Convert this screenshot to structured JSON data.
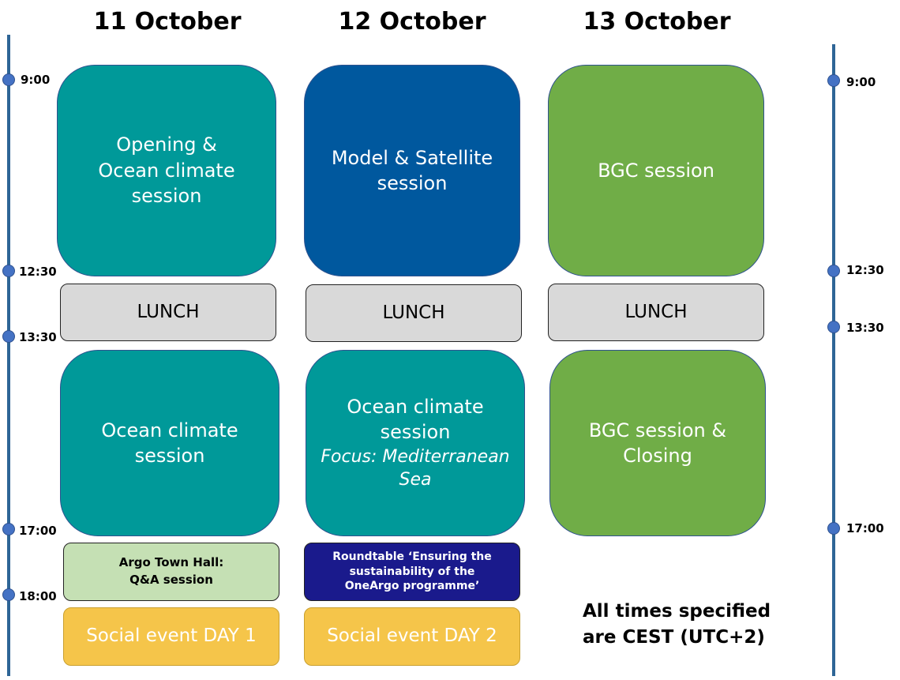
{
  "days": [
    "11 October",
    "12 October",
    "13 October"
  ],
  "times": {
    "t0900": "9:00",
    "t1230": "12:30",
    "t1330": "13:30",
    "t1700": "17:00",
    "t1800": "18:00"
  },
  "sessions": {
    "d1_morning": [
      "Opening &",
      "Ocean climate",
      "session"
    ],
    "d2_morning": [
      "Model & Satellite",
      "session"
    ],
    "d3_morning": [
      "BGC session"
    ],
    "lunch": "LUNCH",
    "d1_afternoon": [
      "Ocean climate",
      "session"
    ],
    "d2_afternoon": [
      "Ocean climate",
      "session"
    ],
    "d2_afternoon_focus": [
      "Focus: Mediterranean",
      "Sea"
    ],
    "d3_afternoon": [
      "BGC session &",
      "Closing"
    ],
    "townhall": [
      "Argo Town Hall:",
      "Q&A session"
    ],
    "roundtable": [
      "Roundtable ‘Ensuring the",
      "sustainability of the",
      "OneArgo programme’"
    ],
    "social_day1": "Social event DAY 1",
    "social_day2": "Social event DAY 2"
  },
  "note": [
    "All times specified",
    "are CEST (UTC+2)"
  ],
  "colors": {
    "teal": "#009999",
    "blue": "#00589e",
    "green": "#70ad47",
    "lunch_gray": "#d9d9d9",
    "townhall_green": "#c5e0b4",
    "roundtable_navy": "#1a1a8c",
    "social_yellow": "#f5c54a",
    "axis_blue": "#2e6596"
  }
}
